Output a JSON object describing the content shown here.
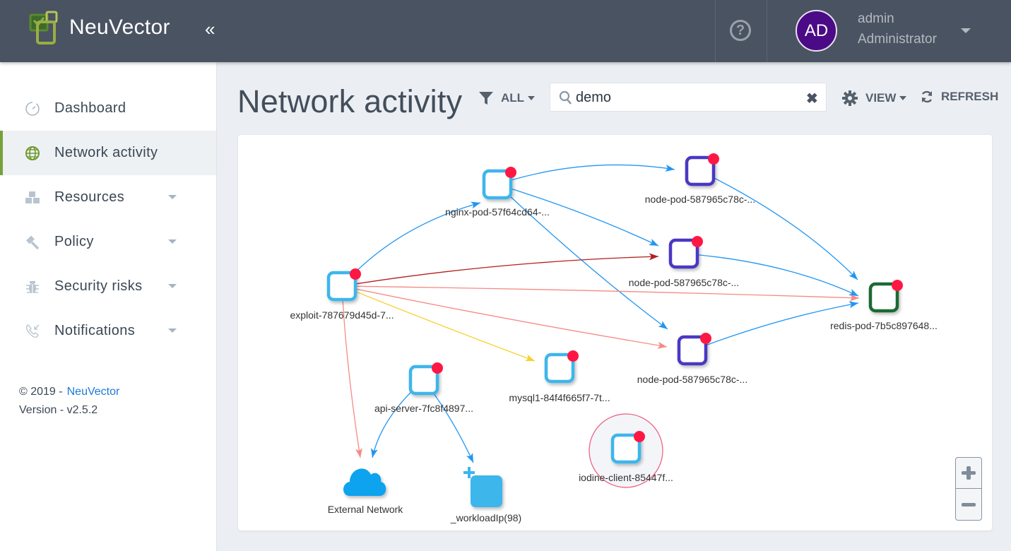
{
  "topbar": {
    "brand": "NeuVector",
    "collapse_icon": "double-chevron-left",
    "help_icon": "question-circle",
    "avatar_initials": "AD",
    "avatar_color": "#4b0a86",
    "user_name": "admin",
    "user_role": "Administrator"
  },
  "sidebar": {
    "items": [
      {
        "label": "Dashboard",
        "icon": "gauge-icon",
        "active": false,
        "has_submenu": false
      },
      {
        "label": "Network activity",
        "icon": "globe-icon",
        "active": true,
        "has_submenu": false
      },
      {
        "label": "Resources",
        "icon": "cubes-icon",
        "active": false,
        "has_submenu": true
      },
      {
        "label": "Policy",
        "icon": "gavel-icon",
        "active": false,
        "has_submenu": true
      },
      {
        "label": "Security risks",
        "icon": "bug-icon",
        "active": false,
        "has_submenu": true
      },
      {
        "label": "Notifications",
        "icon": "phone-incoming-icon",
        "active": false,
        "has_submenu": true
      }
    ],
    "footer": {
      "copyright": "© 2019 -",
      "link": "NeuVector",
      "version": "Version - v2.5.2"
    },
    "accent_color": "#76a13a"
  },
  "header": {
    "title": "Network activity",
    "filter_label": "ALL",
    "search_value": "demo",
    "search_placeholder": "",
    "view_label": "VIEW",
    "refresh_label": "REFRESH"
  },
  "graph": {
    "nodes": [
      {
        "id": "nginx",
        "label": "nginx-pod-57f64cd64-...",
        "type": "workload",
        "color": "#3cb6ec",
        "alert": true
      },
      {
        "id": "node1",
        "label": "node-pod-587965c78c-...",
        "type": "workload",
        "color": "#4a37c4",
        "alert": true
      },
      {
        "id": "node2",
        "label": "node-pod-587965c78c-...",
        "type": "workload",
        "color": "#4a37c4",
        "alert": true
      },
      {
        "id": "node3",
        "label": "node-pod-587965c78c-...",
        "type": "workload",
        "color": "#4a37c4",
        "alert": true
      },
      {
        "id": "exploit",
        "label": "exploit-787679d45d-7...",
        "type": "workload",
        "color": "#3cb6ec",
        "alert": true
      },
      {
        "id": "redis",
        "label": "redis-pod-7b5c897648...",
        "type": "workload",
        "color": "#1a6b32",
        "alert": true
      },
      {
        "id": "mysql",
        "label": "mysql1-84f4f665f7-7t...",
        "type": "workload",
        "color": "#3cb6ec",
        "alert": true
      },
      {
        "id": "api",
        "label": "api-server-7fc8f4897...",
        "type": "workload",
        "color": "#3cb6ec",
        "alert": true
      },
      {
        "id": "iodine",
        "label": "iodine-client-85447f...",
        "type": "workload",
        "color": "#3cb6ec",
        "alert": true,
        "highlighted": true
      },
      {
        "id": "external",
        "label": "External Network",
        "type": "cloud",
        "color": "#0aa3ef"
      },
      {
        "id": "workloadip",
        "label": "_workloadIp(98)",
        "type": "group",
        "color": "#3cb6ec"
      }
    ],
    "edges": [
      {
        "from": "exploit",
        "to": "nginx",
        "color": "#2196f3"
      },
      {
        "from": "nginx",
        "to": "node1",
        "color": "#2196f3"
      },
      {
        "from": "nginx",
        "to": "node2",
        "color": "#2196f3"
      },
      {
        "from": "nginx",
        "to": "node3",
        "color": "#2196f3"
      },
      {
        "from": "node1",
        "to": "redis",
        "color": "#2196f3"
      },
      {
        "from": "node2",
        "to": "redis",
        "color": "#2196f3"
      },
      {
        "from": "node3",
        "to": "redis",
        "color": "#2196f3"
      },
      {
        "from": "exploit",
        "to": "node2",
        "color": "#b21f1f"
      },
      {
        "from": "exploit",
        "to": "redis",
        "color": "#f58a84"
      },
      {
        "from": "exploit",
        "to": "node3",
        "color": "#f58a84"
      },
      {
        "from": "exploit",
        "to": "mysql",
        "color": "#f5d130"
      },
      {
        "from": "exploit",
        "to": "external",
        "color": "#f58a84"
      },
      {
        "from": "api",
        "to": "external",
        "color": "#2196f3"
      },
      {
        "from": "api",
        "to": "workloadip",
        "color": "#2196f3"
      }
    ],
    "alert_color": "#ff1744"
  },
  "zoom_controls": {
    "zoom_in": "+",
    "zoom_out": "−"
  }
}
